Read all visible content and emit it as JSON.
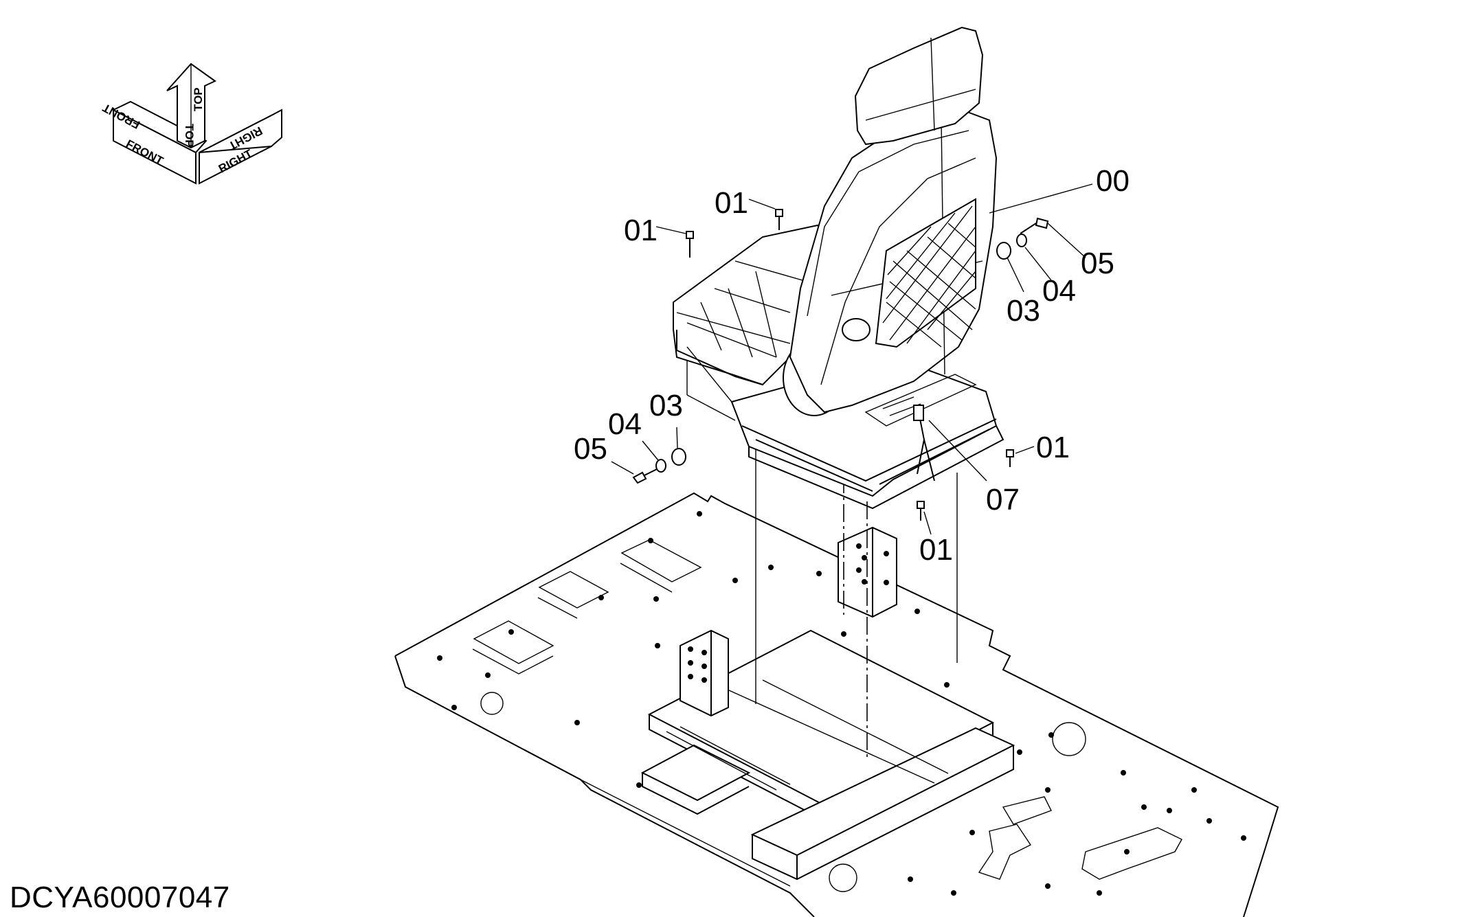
{
  "drawing_id": "DCYA60007047",
  "orientation_marker": {
    "front": "FRONT",
    "top": "TOP",
    "right": "RIGHT"
  },
  "callouts": [
    {
      "id": "00",
      "part": "seat-assembly"
    },
    {
      "id": "01",
      "part": "bolt-backrest"
    },
    {
      "id": "01",
      "part": "bolt-seat-front-left"
    },
    {
      "id": "01",
      "part": "bolt-base-right"
    },
    {
      "id": "01",
      "part": "bolt-base-front"
    },
    {
      "id": "03",
      "part": "collar-right"
    },
    {
      "id": "04",
      "part": "washer-right"
    },
    {
      "id": "05",
      "part": "bolt-right"
    },
    {
      "id": "03",
      "part": "collar-left"
    },
    {
      "id": "04",
      "part": "washer-left"
    },
    {
      "id": "05",
      "part": "bolt-left"
    },
    {
      "id": "07",
      "part": "harness"
    }
  ]
}
